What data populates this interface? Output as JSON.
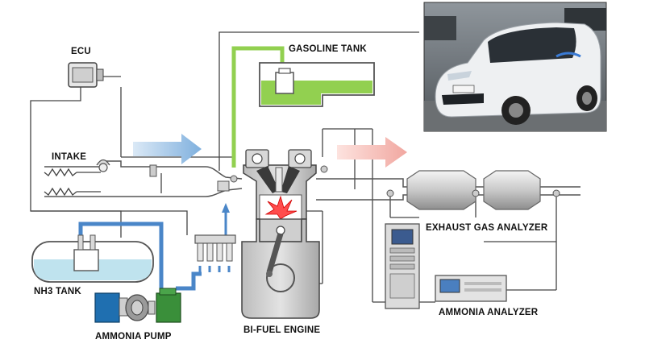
{
  "labels": {
    "ecu": "ECU",
    "gasoline_tank": "GASOLINE  TANK",
    "intake": "INTAKE",
    "nh3_tank": "NH3 TANK",
    "ammonia_pump": "AMMONIA PUMP",
    "bi_fuel_engine": "BI-FUEL ENGINE",
    "exhaust_gas_analyzer": "EXHAUST GAS ANALYZER",
    "ammonia_analyzer": "AMMONIA ANALYZER"
  },
  "colors": {
    "ammonia_line": "#4a86c8",
    "gasoline_line": "#92d050",
    "intake_arrow": "#9dc3e6",
    "exhaust_arrow": "#f4b6b0",
    "nh3_liquid": "#bfe3ee",
    "pump_motor": "#1f6fb0",
    "pump_body": "#3a8f3a"
  }
}
